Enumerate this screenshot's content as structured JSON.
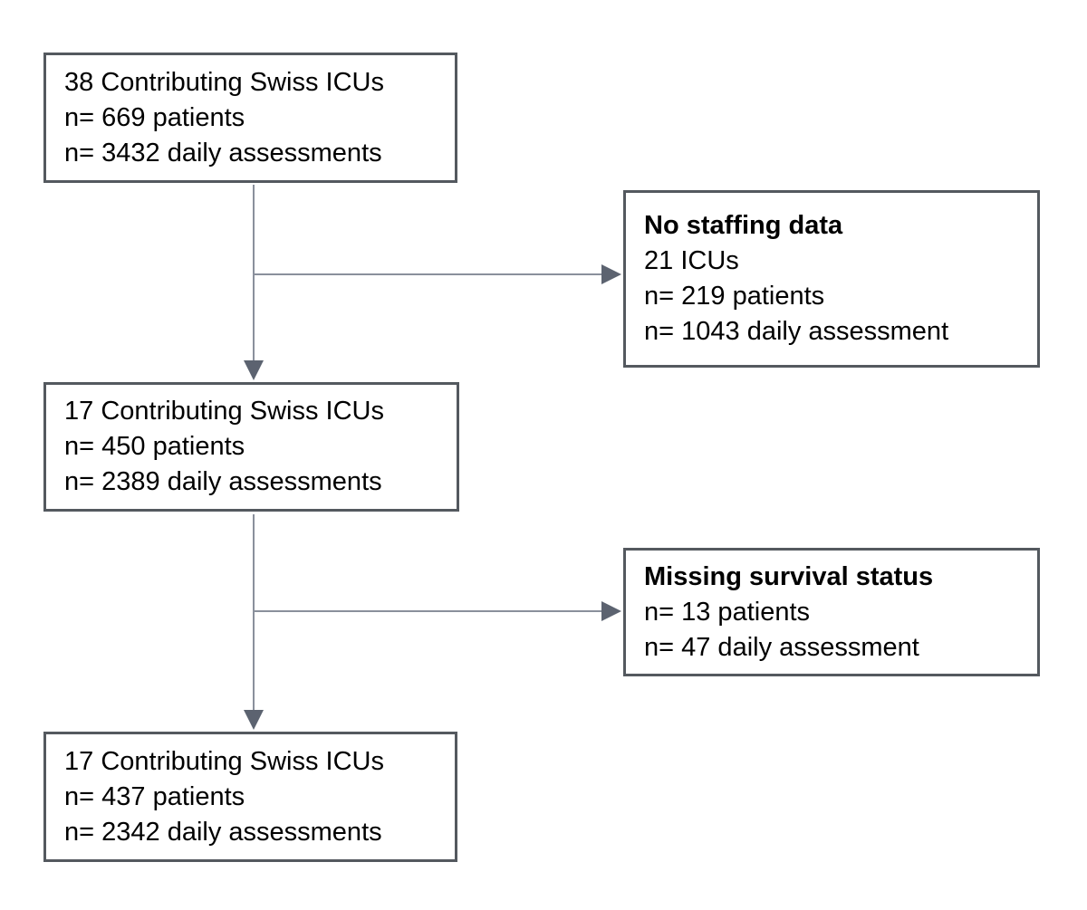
{
  "diagram": {
    "type": "flowchart",
    "description": "Patient flow diagram of contributing Swiss ICUs with exclusions",
    "colors": {
      "background": "#ffffff",
      "box-border": "#54595f",
      "box-fill": "#ffffff",
      "text": "#000000",
      "connector": "#8a909c",
      "arrowhead": "#5c6370"
    },
    "boxes": [
      {
        "name": "initial-cohort",
        "lines": [
          "38 Contributing Swiss ICUs",
          "n= 669 patients",
          "n= 3432 daily assessments"
        ]
      },
      {
        "name": "excluded-no-staffing-data",
        "title": "No staffing data",
        "lines": [
          "21 ICUs",
          "n= 219 patients",
          "n= 1043 daily assessment"
        ]
      },
      {
        "name": "cohort-after-staffing-exclusion",
        "lines": [
          "17 Contributing Swiss ICUs",
          "n= 450 patients",
          "n= 2389 daily assessments"
        ]
      },
      {
        "name": "excluded-missing-survival-status",
        "title": "Missing survival status",
        "lines": [
          "n= 13 patients",
          "n= 47 daily assessment"
        ]
      },
      {
        "name": "final-cohort",
        "lines": [
          "17 Contributing Swiss ICUs",
          "n= 437 patients",
          "n= 2342 daily assessments"
        ]
      }
    ],
    "connectors": [
      {
        "name": "initial-to-after-staffing",
        "direction": "down"
      },
      {
        "name": "branch-to-no-staffing",
        "direction": "right"
      },
      {
        "name": "after-staffing-to-final",
        "direction": "down"
      },
      {
        "name": "branch-to-missing-survival",
        "direction": "right"
      }
    ]
  }
}
